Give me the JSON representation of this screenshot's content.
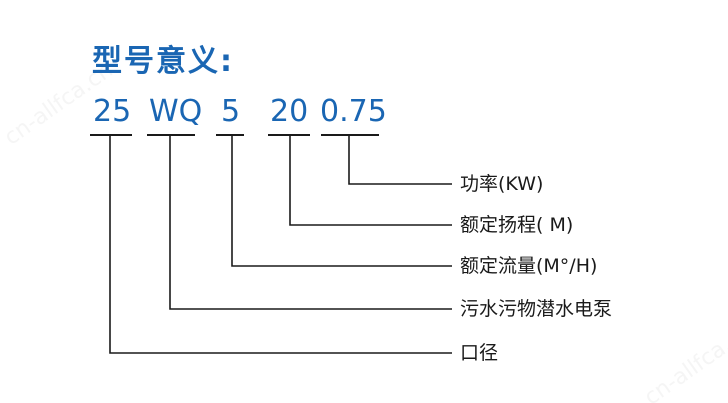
{
  "title": "型号意义:",
  "code_parts": [
    {
      "id": "diameter",
      "text": "25"
    },
    {
      "id": "type",
      "text": "WQ"
    },
    {
      "id": "flow",
      "text": "5"
    },
    {
      "id": "head",
      "text": "20"
    },
    {
      "id": "power",
      "text": "0.75"
    }
  ],
  "labels": [
    {
      "id": "power",
      "text": "功率(KW)"
    },
    {
      "id": "head",
      "text": "额定扬程( M)"
    },
    {
      "id": "flow",
      "text": "额定流量(M°/H)"
    },
    {
      "id": "type",
      "text": "污水污物潜水电泵"
    },
    {
      "id": "diameter",
      "text": "口径"
    }
  ],
  "watermark": "cn-allfca.cn",
  "colors": {
    "title": "#1a66b3",
    "code": "#1a66b3",
    "line": "#1a1a1a",
    "label": "#1a1a1a"
  }
}
